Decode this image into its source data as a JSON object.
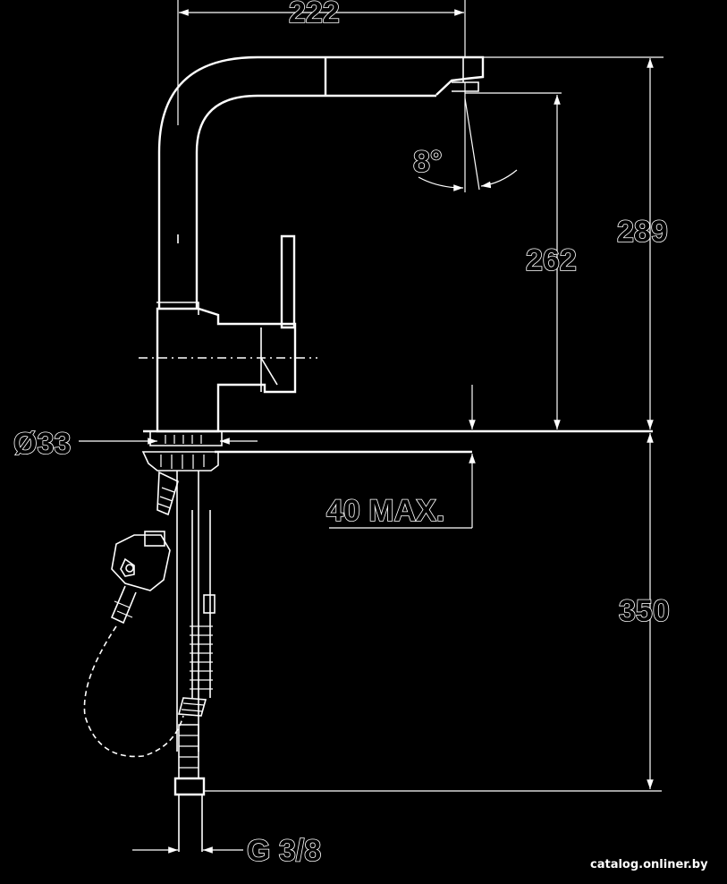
{
  "dimensions": {
    "spout_reach": "222",
    "overall_height": "289",
    "outlet_height": "262",
    "hole_diameter": "Ø33",
    "deck_thickness": "40 MAX.",
    "hose_length": "350",
    "thread": "G 3/8",
    "swivel_angle": "8°"
  },
  "credit": "catalog.onliner.by",
  "colors": {
    "background": "#000000",
    "lines": "#ffffff"
  }
}
